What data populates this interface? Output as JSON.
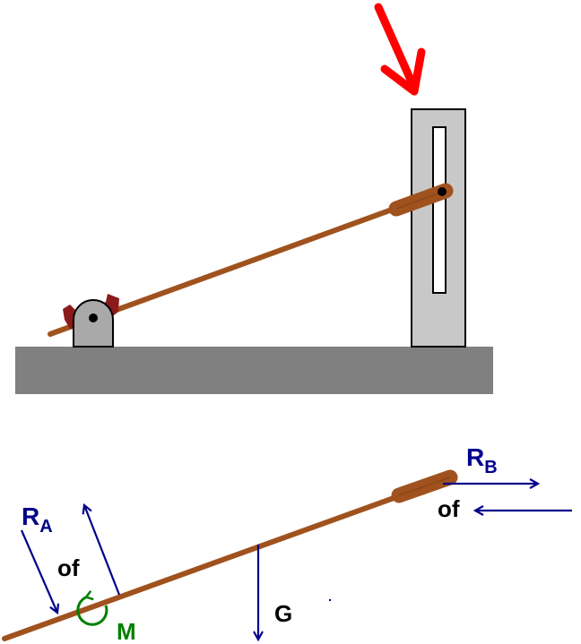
{
  "colors": {
    "background": "#ffffff",
    "base": "#808080",
    "slot_post": "#c8c8c8",
    "rod": "#a0521e",
    "rod_dark": "#7a3a10",
    "hinge_block": "#8b1a1a",
    "pin": "#000000",
    "push_arrow": "#ff0000",
    "force_arrows": "#00008b",
    "moment": "#008000",
    "outline": "#000000"
  },
  "top_figure": {
    "push_arrow": {
      "icon": "red-arrow-down-right-icon"
    },
    "hinge": {
      "icon": "hinge-support-icon"
    },
    "slot_support": {
      "icon": "slotted-post-icon"
    }
  },
  "free_body": {
    "labels": {
      "ra_main": "R",
      "ra_sub": "A",
      "rb_main": "R",
      "rb_sub": "B",
      "friction_a": "of",
      "friction_b": "of",
      "weight": "G",
      "moment": "M"
    }
  }
}
